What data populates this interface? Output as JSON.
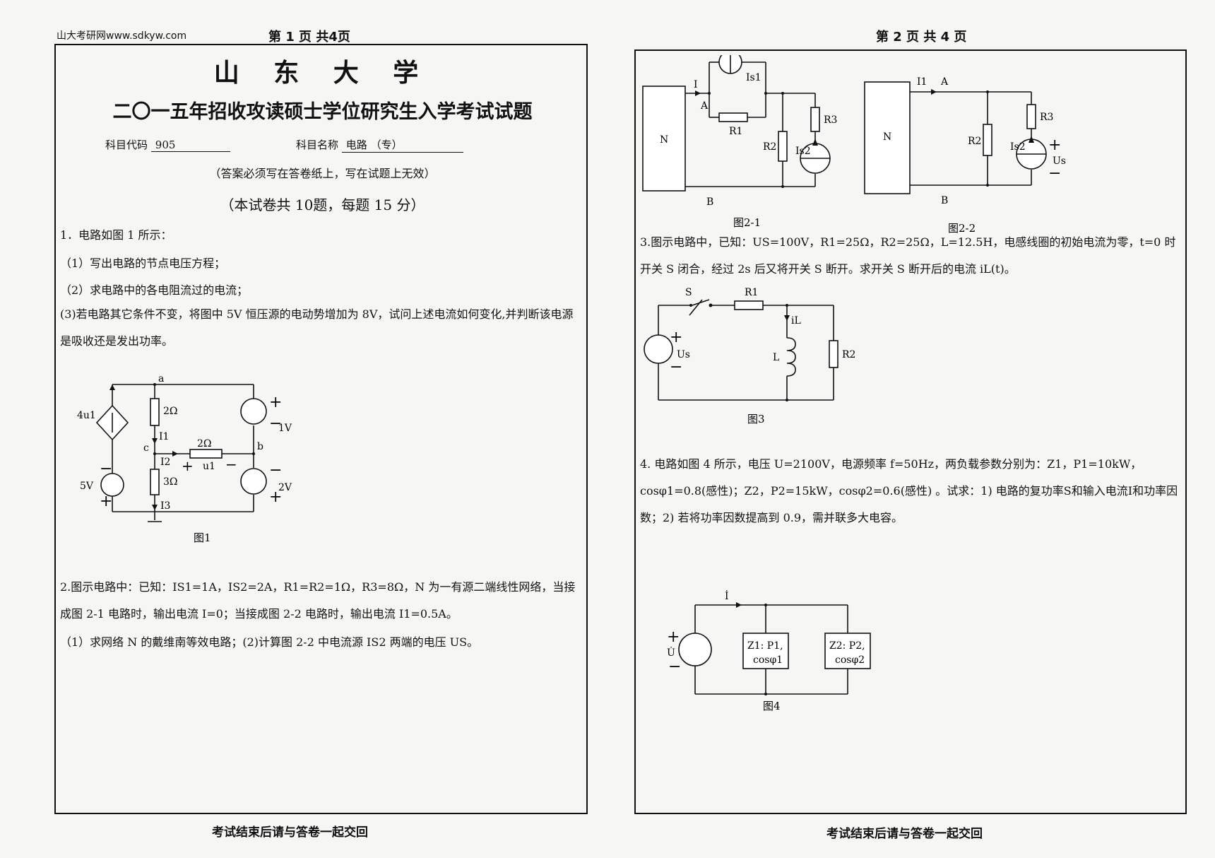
{
  "page1": {
    "watermark": "山大考研网www.sdkyw.com",
    "page_number": "第 1 页   共4页",
    "university": "山 东 大 学",
    "exam_title": "二〇一五年招收攻读硕士学位研究生入学考试试题",
    "subject_code_label": "科目代码",
    "subject_code": "905",
    "subject_name_label": "科目名称",
    "subject_name": "电路 （专）",
    "answer_note": "（答案必须写在答卷纸上，写在试题上无效）",
    "question_count": "（本试卷共 10题，每题 15 分）",
    "q1": {
      "stem": "1．电路如图 1 所示：",
      "part1": "（1）写出电路的节点电压方程；",
      "part2": "（2）求电路中的各电阻流过的电流；",
      "part3": "(3)若电路其它条件不变，将图中 5V 恒压源的电动势增加为 8V，试问上述电流如何变化,并判断该电源是吸收还是发出功率。"
    },
    "fig1": {
      "caption": "图1",
      "dep_source": "4u1",
      "r_ac": "2Ω",
      "r_cb": "2Ω",
      "r_c_bottom": "3Ω",
      "src_left": "5V",
      "src_top_right": "1V",
      "src_bottom_right": "2V",
      "node_a": "a",
      "node_b": "b",
      "node_c": "c",
      "i1": "I1",
      "i2": "I2",
      "i3": "I3",
      "u1": "u1",
      "plus": "+",
      "minus": "−"
    },
    "q2": {
      "line1": "2.图示电路中：已知：IS1=1A，IS2=2A，R1=R2=1Ω，R3=8Ω，N 为一有源二端线性网络，当接成图 2-1 电路时，输出电流 I=0；当接成图 2-2 电路时，输出电流 I1=0.5A。",
      "line2": "（1）求网络 N 的戴维南等效电路；(2)计算图 2-2 中电流源 IS2 两端的电压 US。"
    },
    "footer": "考试结束后请与答卷一起交回"
  },
  "page2": {
    "page_number": "第 2 页   共 4 页",
    "fig21": {
      "caption": "图2-1",
      "n": "N",
      "i": "I",
      "a": "A",
      "b": "B",
      "is1": "Is1",
      "r1": "R1",
      "r2": "R2",
      "r3": "R3",
      "is2": "Is2"
    },
    "fig22": {
      "caption": "图2-2",
      "n": "N",
      "i1": "I1",
      "a": "A",
      "b": "B",
      "r2": "R2",
      "r3": "R3",
      "is2": "Is2",
      "us": "Us",
      "plus": "+",
      "minus": "−"
    },
    "q3": "3.图示电路中，已知：US=100V，R1=25Ω，R2=25Ω，L=12.5H，电感线圈的初始电流为零，t=0 时开关 S 闭合，经过 2s 后又将开关 S 断开。求开关 S 断开后的电流 iL(t)。",
    "fig3": {
      "caption": "图3",
      "s": "S",
      "r1": "R1",
      "il": "iL",
      "l": "L",
      "r2": "R2",
      "us": "Us",
      "plus": "+",
      "minus": "−"
    },
    "q4": "4. 电路如图 4 所示，电压 U=2100V，电源频率 f=50Hz，两负载参数分别为：Z1，P1=10kW，cosφ1=0.8(感性)；Z2，P2=15kW，cosφ2=0.6(感性) 。试求：1) 电路的复功率S和输入电流I和功率因数；2) 若将功率因数提高到 0.9，需并联多大电容。",
    "fig4": {
      "caption": "图4",
      "i": "İ",
      "u": "U̇",
      "z1a": "Z1: P1,",
      "z1b": "cosφ1",
      "z2a": "Z2: P2,",
      "z2b": "cosφ2",
      "plus": "+",
      "minus": "−"
    },
    "footer": "考试结束后请与答卷一起交回"
  }
}
